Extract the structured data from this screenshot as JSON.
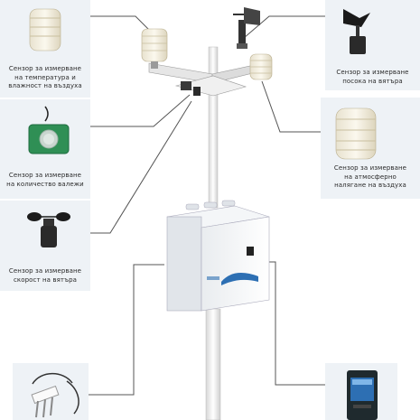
{
  "labels": {
    "temp_humidity": [
      "Сензор за измерване",
      "на температура и",
      "влажност на въздуха"
    ],
    "rainfall": [
      "Сензор за измерване",
      "на количество валежи"
    ],
    "wind_speed": [
      "Сензор за измерване",
      "скорост на вятъра"
    ],
    "wind_direction": [
      "Сензор за измерване",
      "посока на вятъра"
    ],
    "air_pressure": [
      "Сензор за измерване",
      "на атмосферно",
      "налягане на въздуха"
    ]
  },
  "colors": {
    "card_bg": "#eef2f6",
    "line": "#555555",
    "pole": "#f2f2f2",
    "sensor_green": "#2f8f55",
    "accent_blue": "#2d6fb3"
  }
}
